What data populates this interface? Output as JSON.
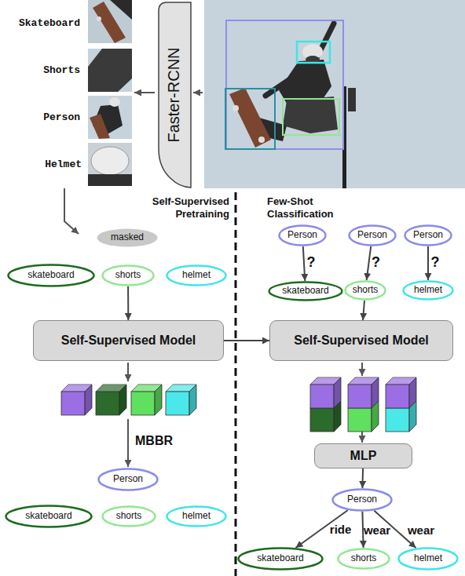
{
  "diagram": {
    "nodes": [
      {
        "text": [
          "Faster-RCNN"
        ]
      },
      {
        "text": [
          "masked"
        ]
      },
      {
        "text": [
          "skateboard"
        ]
      },
      {
        "text": [
          "shorts"
        ]
      },
      {
        "text": [
          "helmet"
        ]
      },
      {
        "text": [
          "Self-Supervised Model"
        ]
      },
      {
        "text": [
          "Person"
        ]
      },
      {
        "text": [
          "skateboard"
        ]
      },
      {
        "text": [
          "shorts"
        ]
      },
      {
        "text": [
          "helmet"
        ]
      },
      {
        "text": [
          "Person"
        ]
      },
      {
        "text": [
          "Person"
        ]
      },
      {
        "text": [
          "Person"
        ]
      },
      {
        "text": [
          "skateboard"
        ]
      },
      {
        "text": [
          "shorts"
        ]
      },
      {
        "text": [
          "helmet"
        ]
      },
      {
        "text": [
          "Self-Supervised Model"
        ]
      },
      {
        "text": [
          "MLP"
        ]
      },
      {
        "text": [
          "Person"
        ]
      },
      {
        "text": [
          "skateboard"
        ]
      },
      {
        "text": [
          "shorts"
        ]
      },
      {
        "text": [
          "helmet"
        ]
      }
    ],
    "edges": [
      {
        "from": 10,
        "to": 13,
        "label": "?",
        "arrow": "to"
      },
      {
        "from": 11,
        "to": 14,
        "label": "?",
        "arrow": "to"
      },
      {
        "from": 12,
        "to": 15,
        "label": "?",
        "arrow": "to"
      },
      {
        "from": 3,
        "to": 5,
        "arrow": "to"
      },
      {
        "from": 5,
        "to": 16,
        "arrow": "to"
      },
      {
        "from": 14,
        "to": 16,
        "arrow": "to"
      },
      {
        "from": 17,
        "to": 18,
        "arrow": "to"
      },
      {
        "from": 18,
        "to": 19,
        "label": "ride",
        "arrow": "to"
      },
      {
        "from": 18,
        "to": 20,
        "label": "wear",
        "arrow": "to"
      },
      {
        "from": 18,
        "to": 21,
        "label": "wear",
        "arrow": "to"
      }
    ],
    "labels": [
      "Skateboard",
      "Shorts",
      "Person",
      "Helmet",
      "Self-Supervised Pretraining",
      "Few-Shot Classification",
      "MBBR"
    ]
  }
}
